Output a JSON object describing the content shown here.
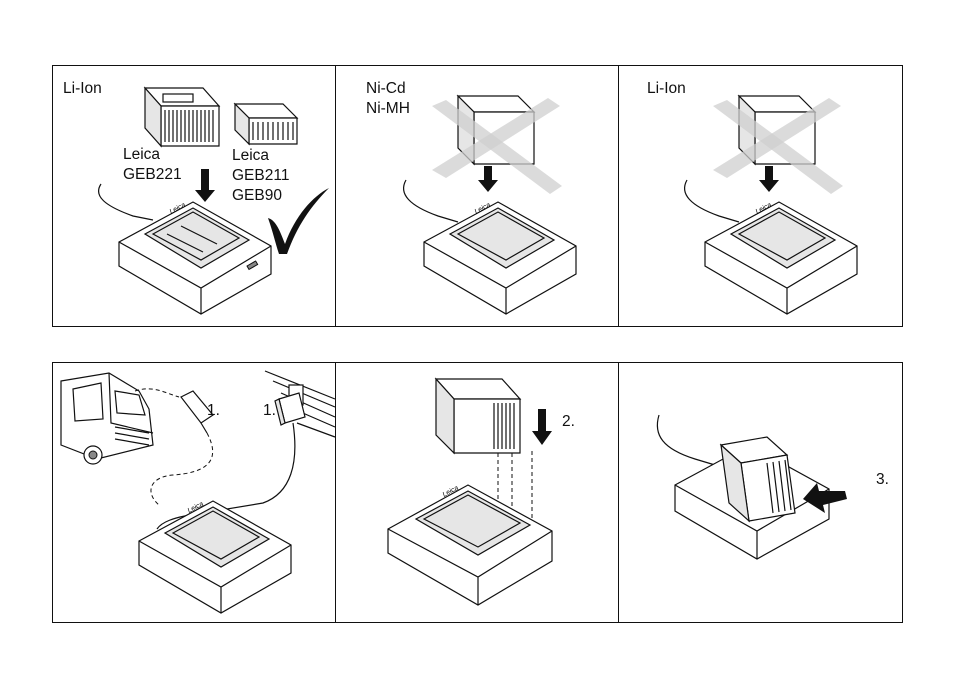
{
  "panels": {
    "p1": {
      "type_label": "Li-Ion",
      "battery_a_lines": [
        "Leica",
        "GEB221"
      ],
      "battery_b_lines": [
        "Leica",
        "GEB211",
        "GEB90"
      ]
    },
    "p2": {
      "type_label_lines": [
        "Ni-Cd",
        "Ni-MH"
      ]
    },
    "p3": {
      "type_label": "Li-Ion"
    },
    "p4": {
      "step_car": "1.",
      "step_wall": "1."
    },
    "p5": {
      "step": "2."
    },
    "p6": {
      "step": "3."
    }
  },
  "icons": [
    "battery-li-ion-icon",
    "check-mark-icon",
    "cross-out-icon",
    "charger-icon",
    "vehicle-icon",
    "car-plug-icon",
    "wall-adapter-icon",
    "down-arrow-icon",
    "insert-arrow-icon"
  ]
}
